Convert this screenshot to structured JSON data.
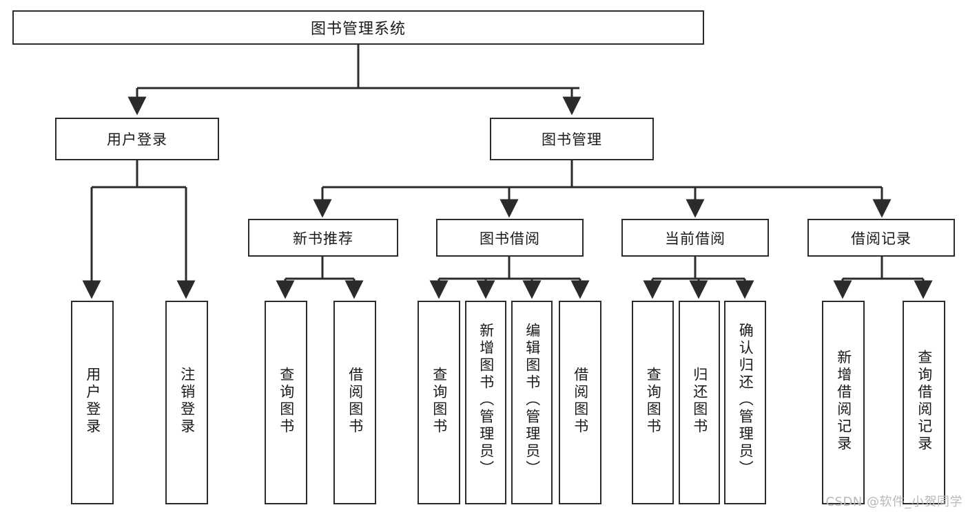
{
  "diagram": {
    "type": "tree",
    "title_text": "图书管理系统",
    "watermark": "CSDN @软件_小贺同学",
    "colors": {
      "stroke": "#2b2b2b",
      "fill": "#ffffff",
      "text": "#1a1a1a",
      "watermark": "#b9b9b9"
    },
    "nodes": {
      "root": {
        "label": "图书管理系统"
      },
      "level2": [
        {
          "id": "user-login",
          "label": "用户登录"
        },
        {
          "id": "book-manage",
          "label": "图书管理"
        }
      ],
      "level3": [
        {
          "id": "new-book-recommend",
          "label": "新书推荐"
        },
        {
          "id": "book-borrow",
          "label": "图书借阅"
        },
        {
          "id": "current-borrow",
          "label": "当前借阅"
        },
        {
          "id": "borrow-record",
          "label": "借阅记录"
        }
      ],
      "leaves": {
        "user_login": [
          {
            "id": "leaf-user-login",
            "label": "用户登录"
          },
          {
            "id": "leaf-logout",
            "label": "注销登录"
          }
        ],
        "new_book_recommend": [
          {
            "id": "leaf-query-book-1",
            "label": "查询图书"
          },
          {
            "id": "leaf-borrow-book-1",
            "label": "借阅图书"
          }
        ],
        "book_borrow": [
          {
            "id": "leaf-query-book-2",
            "label": "查询图书"
          },
          {
            "id": "leaf-add-book",
            "label": "新增图书（管理员）"
          },
          {
            "id": "leaf-edit-book",
            "label": "编辑图书（管理员）"
          },
          {
            "id": "leaf-borrow-book-2",
            "label": "借阅图书"
          }
        ],
        "current_borrow": [
          {
            "id": "leaf-query-book-3",
            "label": "查询图书"
          },
          {
            "id": "leaf-return-book",
            "label": "归还图书"
          },
          {
            "id": "leaf-confirm-return",
            "label": "确认归还（管理员）"
          }
        ],
        "borrow_record": [
          {
            "id": "leaf-add-record",
            "label": "新增借阅记录"
          },
          {
            "id": "leaf-query-record",
            "label": "查询借阅记录"
          }
        ]
      }
    }
  }
}
